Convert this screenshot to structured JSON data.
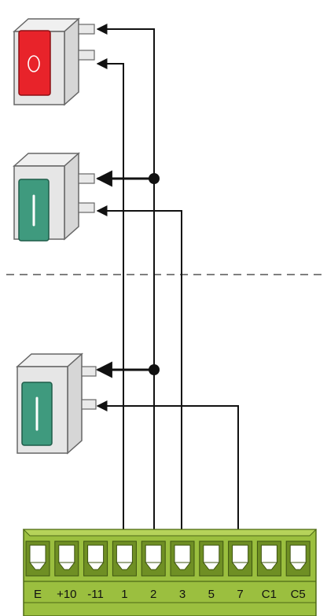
{
  "terminals": [
    "E",
    "+10",
    "-11",
    "1",
    "2",
    "3",
    "5",
    "7",
    "C1",
    "C5"
  ],
  "buttons": [
    {
      "id": "stop",
      "symbol": "O",
      "color": "#e8232a"
    },
    {
      "id": "open",
      "symbol": "I",
      "color": "#3f9a7e"
    },
    {
      "id": "close",
      "symbol": "I",
      "color": "#3f9a7e"
    }
  ],
  "colors": {
    "terminal_block": "#9bbf3f",
    "terminal_block_dark": "#6f8f24",
    "wire": "#111111",
    "divider": "#555555"
  }
}
